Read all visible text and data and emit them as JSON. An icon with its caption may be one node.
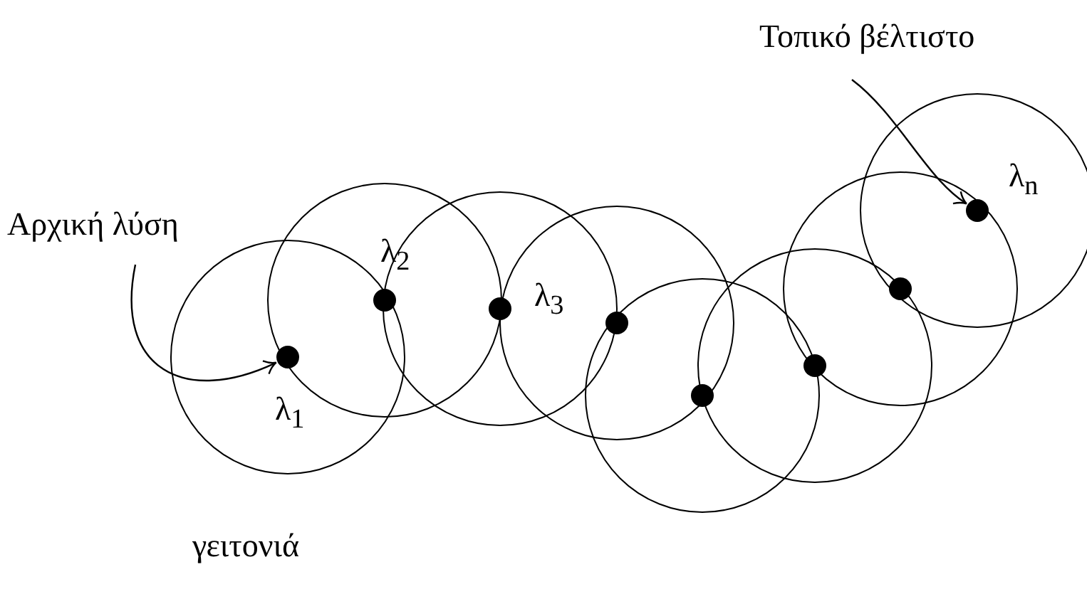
{
  "diagram": {
    "nodes": [
      {
        "text": [
          "Αρχική λύση"
        ]
      },
      {
        "text": [
          "Τοπικό βέλτιστο"
        ]
      },
      {
        "text": [],
        "shape": "circle",
        "beside": [
          "λ$_{1}$"
        ]
      },
      {
        "text": [],
        "shape": "circle",
        "beside": [
          "λ$_{2}$"
        ]
      },
      {
        "text": [],
        "shape": "circle",
        "beside": [
          "λ$_{3}$"
        ]
      },
      {
        "text": [],
        "shape": "circle"
      },
      {
        "text": [],
        "shape": "circle"
      },
      {
        "text": [],
        "shape": "circle"
      },
      {
        "text": [],
        "shape": "circle"
      },
      {
        "text": [],
        "shape": "circle",
        "beside": [
          "λ$_{n}$"
        ]
      }
    ],
    "edges": [
      {
        "from": 0,
        "to": 2,
        "arrow": "to"
      },
      {
        "from": 1,
        "to": 9,
        "arrow": "to"
      }
    ],
    "labels": [
      "γειτονιά"
    ]
  }
}
